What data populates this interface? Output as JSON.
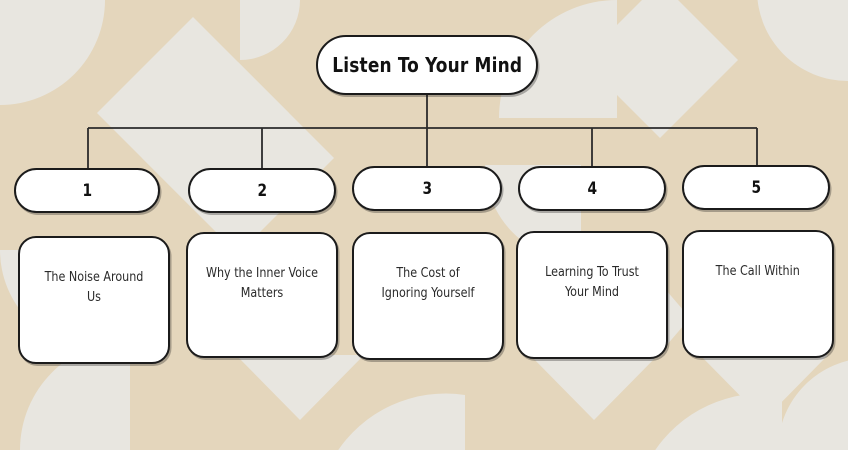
{
  "theme": {
    "background_color": "#E4D6BC",
    "shape_color": "#E8E6E0",
    "node_fill": "#FFFFFF",
    "stroke_color": "#1B1B1B",
    "text_color": "#111111"
  },
  "diagram": {
    "type": "tree",
    "title": "Listen To Your Mind",
    "branch_count": 5,
    "branches": [
      {
        "number": "1",
        "label": "The Noise Around Us"
      },
      {
        "number": "2",
        "label": "Why the Inner Voice Matters"
      },
      {
        "number": "3",
        "label": "The Cost of Ignoring Yourself"
      },
      {
        "number": "4",
        "label": "Learning To Trust Your Mind"
      },
      {
        "number": "5",
        "label": "The Call Within"
      }
    ]
  }
}
